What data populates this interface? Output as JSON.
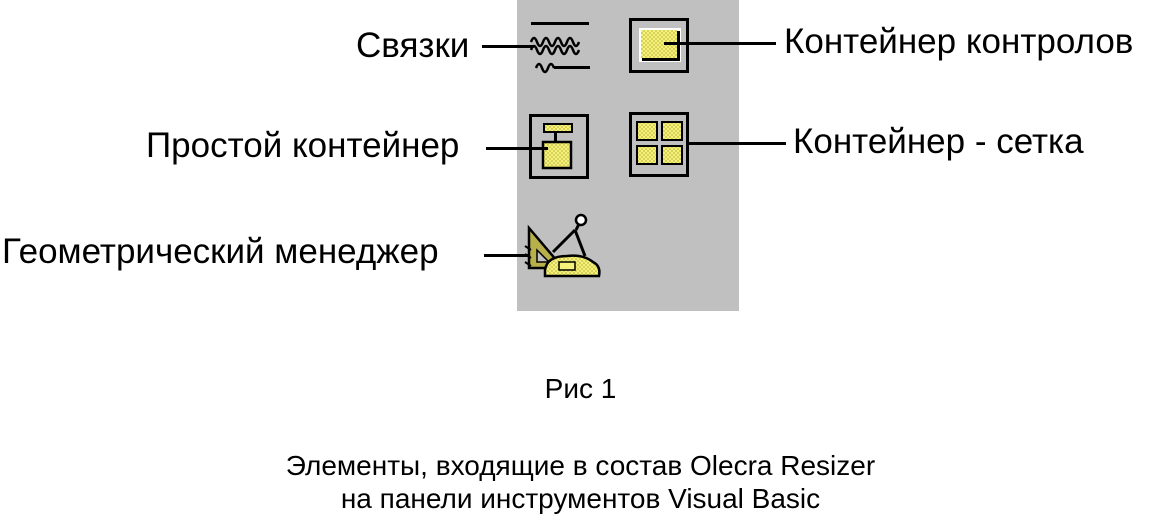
{
  "toolbar": {
    "icons": [
      {
        "name": "svyazki-icon",
        "label": "Связки"
      },
      {
        "name": "control-container-icon",
        "label": "Контейнер контролов"
      },
      {
        "name": "simple-container-icon",
        "label": "Простой контейнер"
      },
      {
        "name": "grid-container-icon",
        "label": "Контейнер - сетка"
      },
      {
        "name": "geometry-manager-icon",
        "label": "Геометрический менеджер"
      }
    ]
  },
  "figure": {
    "number": "Рис 1",
    "caption_line1": "Элементы, входящие в состав Olecra Resizer",
    "caption_line2": "на панели инструментов Visual Basic"
  },
  "colors": {
    "panel": "#c0c0c0",
    "icon_fill": "#f0ee6e",
    "icon_dark": "#8a8400"
  }
}
